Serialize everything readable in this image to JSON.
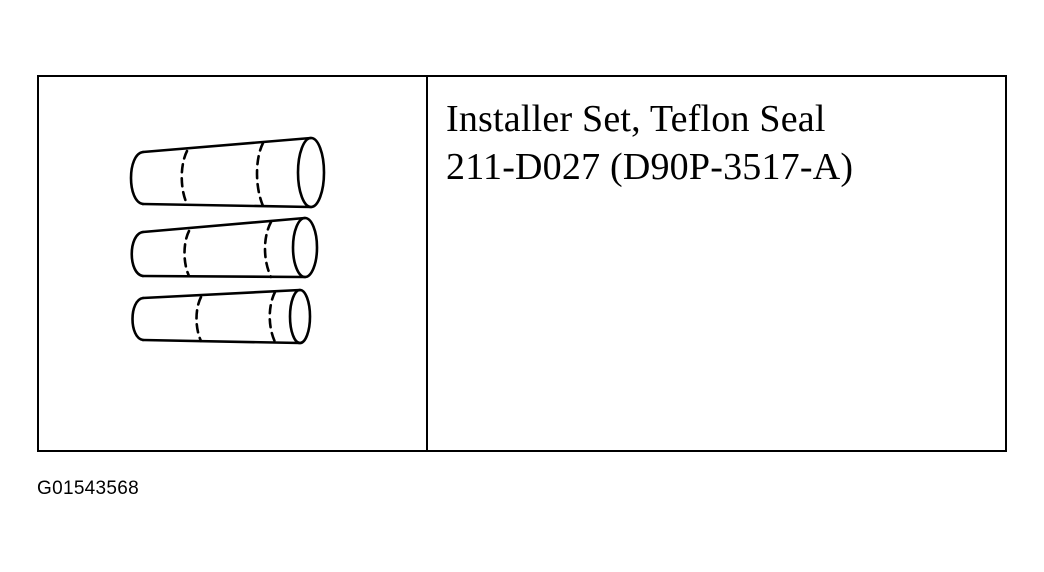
{
  "tool": {
    "name": "Installer Set, Teflon Seal",
    "part_numbers": "211-D027 (D90P-3517-A)",
    "illustration_icon": "seal-installer-set-icon"
  },
  "figure": {
    "code": "G01543568"
  },
  "colors": {
    "line": "#000000",
    "background": "#ffffff"
  }
}
